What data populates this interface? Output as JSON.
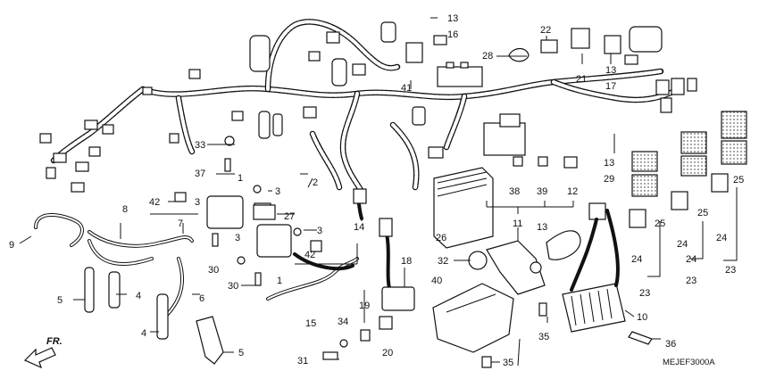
{
  "diagram_code": "MEJEF3000A",
  "direction_label": "FR.",
  "callouts": {
    "c1": "1",
    "c1b": "1",
    "c2": "2",
    "c3a": "3",
    "c3b": "3",
    "c3c": "3",
    "c3d": "3",
    "c4a": "4",
    "c4b": "4",
    "c5a": "5",
    "c5b": "5",
    "c6": "6",
    "c7": "7",
    "c8": "8",
    "c9": "9",
    "c10": "10",
    "c11": "11",
    "c12": "12",
    "c13a": "13",
    "c13b": "13",
    "c13c": "13",
    "c13d": "13",
    "c14": "14",
    "c15": "15",
    "c16": "16",
    "c17": "17",
    "c18": "18",
    "c19": "19",
    "c20": "20",
    "c21": "21",
    "c22": "22",
    "c23a": "23",
    "c23b": "23",
    "c23c": "23",
    "c24a": "24",
    "c24b": "24",
    "c24c": "24",
    "c24d": "24",
    "c25a": "25",
    "c25b": "25",
    "c25c": "25",
    "c26": "26",
    "c27": "27",
    "c28": "28",
    "c29": "29",
    "c30a": "30",
    "c30b": "30",
    "c31": "31",
    "c32": "32",
    "c33": "33",
    "c34": "34",
    "c35a": "35",
    "c35b": "35",
    "c36": "36",
    "c37": "37",
    "c38": "38",
    "c39": "39",
    "c40": "40",
    "c41": "41",
    "c42a": "42",
    "c42b": "42"
  }
}
